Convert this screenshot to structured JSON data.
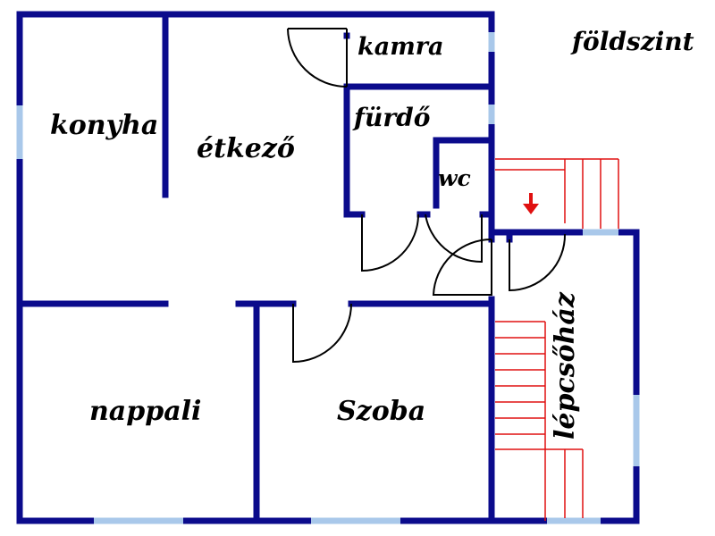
{
  "plan": {
    "level_label": "földszint",
    "rooms": {
      "kamra": "kamra",
      "konyha": "konyha",
      "etkezo": "étkező",
      "furdo": "fürdő",
      "wc": "wc",
      "nappali": "nappali",
      "szoba": "Szoba",
      "lepcsohaz": "lépcsőház"
    },
    "colors": {
      "wall": "#0b0b8c",
      "window": "#a9c8ea",
      "stairs": "#e01010",
      "arrow": "#e01010",
      "door": "#000000"
    },
    "icons": {
      "stair_direction": "arrow-down-icon"
    }
  }
}
